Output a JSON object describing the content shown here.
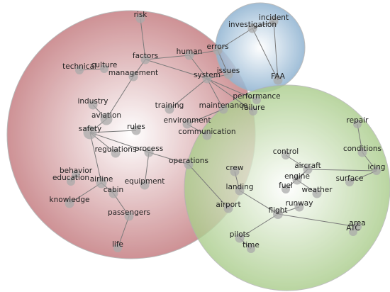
{
  "colors": {
    "red_cluster": "#c9868a",
    "blue_cluster": "#8fb3d1",
    "green_cluster": "#a9cc8a",
    "edge": "#7a7a7a",
    "node": "#a9a9a9",
    "text": "#222222"
  },
  "terms": [
    {
      "key": "risk",
      "label": "risk"
    },
    {
      "key": "factors",
      "label": "factors"
    },
    {
      "key": "human",
      "label": "human"
    },
    {
      "key": "errors",
      "label": "errors"
    },
    {
      "key": "investigation",
      "label": "investigation"
    },
    {
      "key": "incident",
      "label": "incident"
    },
    {
      "key": "FAA",
      "label": "FAA"
    },
    {
      "key": "technical",
      "label": "technical"
    },
    {
      "key": "culture",
      "label": "culture"
    },
    {
      "key": "management",
      "label": "management"
    },
    {
      "key": "system",
      "label": "system"
    },
    {
      "key": "issues",
      "label": "issues"
    },
    {
      "key": "performance",
      "label": "performance"
    },
    {
      "key": "failure",
      "label": "failure"
    },
    {
      "key": "maintenance",
      "label": "maintenance"
    },
    {
      "key": "industry",
      "label": "industry"
    },
    {
      "key": "aviation",
      "label": "aviation"
    },
    {
      "key": "training",
      "label": "training"
    },
    {
      "key": "safety",
      "label": "safety"
    },
    {
      "key": "rules",
      "label": "rules"
    },
    {
      "key": "environment",
      "label": "environment"
    },
    {
      "key": "communication",
      "label": "communication"
    },
    {
      "key": "regulations",
      "label": "regulations"
    },
    {
      "key": "process",
      "label": "process"
    },
    {
      "key": "operations",
      "label": "operations"
    },
    {
      "key": "behavior",
      "label": "behavior"
    },
    {
      "key": "education",
      "label": "education"
    },
    {
      "key": "airline",
      "label": "airline"
    },
    {
      "key": "cabin",
      "label": "cabin"
    },
    {
      "key": "equipment",
      "label": "equipment"
    },
    {
      "key": "knowledge",
      "label": "knowledge"
    },
    {
      "key": "passengers",
      "label": "passengers"
    },
    {
      "key": "life",
      "label": "life"
    },
    {
      "key": "repair",
      "label": "repair"
    },
    {
      "key": "conditions",
      "label": "conditions"
    },
    {
      "key": "control",
      "label": "control"
    },
    {
      "key": "aircraft",
      "label": "aircraft"
    },
    {
      "key": "icing",
      "label": "icing"
    },
    {
      "key": "crew",
      "label": "crew"
    },
    {
      "key": "engine",
      "label": "engine"
    },
    {
      "key": "surface",
      "label": "surface"
    },
    {
      "key": "landing",
      "label": "landing"
    },
    {
      "key": "fuel",
      "label": "fuel"
    },
    {
      "key": "weather",
      "label": "weather"
    },
    {
      "key": "runway",
      "label": "runway"
    },
    {
      "key": "airport",
      "label": "airport"
    },
    {
      "key": "flight",
      "label": "flight"
    },
    {
      "key": "area",
      "label": "area"
    },
    {
      "key": "ATC",
      "label": "ATC"
    },
    {
      "key": "pilots",
      "label": "pilots"
    },
    {
      "key": "time",
      "label": "time"
    }
  ],
  "edges": [
    [
      "risk",
      "factors"
    ],
    [
      "factors",
      "human"
    ],
    [
      "factors",
      "management"
    ],
    [
      "factors",
      "system"
    ],
    [
      "human",
      "errors"
    ],
    [
      "human",
      "system"
    ],
    [
      "errors",
      "investigation"
    ],
    [
      "errors",
      "issues"
    ],
    [
      "investigation",
      "incident"
    ],
    [
      "investigation",
      "FAA"
    ],
    [
      "incident",
      "FAA"
    ],
    [
      "technical",
      "culture"
    ],
    [
      "management",
      "aviation"
    ],
    [
      "system",
      "issues"
    ],
    [
      "system",
      "maintenance"
    ],
    [
      "system",
      "training"
    ],
    [
      "system",
      "failure"
    ],
    [
      "system",
      "performance"
    ],
    [
      "industry",
      "aviation"
    ],
    [
      "aviation",
      "safety"
    ],
    [
      "safety",
      "rules"
    ],
    [
      "safety",
      "regulations"
    ],
    [
      "safety",
      "airline"
    ],
    [
      "safety",
      "process"
    ],
    [
      "environment",
      "communication"
    ],
    [
      "environment",
      "maintenance"
    ],
    [
      "process",
      "operations"
    ],
    [
      "process",
      "equipment"
    ],
    [
      "operations",
      "airport"
    ],
    [
      "airline",
      "cabin"
    ],
    [
      "airline",
      "knowledge"
    ],
    [
      "behavior",
      "education"
    ],
    [
      "cabin",
      "passengers"
    ],
    [
      "passengers",
      "life"
    ],
    [
      "crew",
      "landing"
    ],
    [
      "landing",
      "flight"
    ],
    [
      "flight",
      "runway"
    ],
    [
      "flight",
      "pilots"
    ],
    [
      "flight",
      "area"
    ],
    [
      "pilots",
      "time"
    ],
    [
      "aircraft",
      "engine"
    ],
    [
      "aircraft",
      "icing"
    ],
    [
      "aircraft",
      "control"
    ],
    [
      "aircraft",
      "fuel"
    ],
    [
      "repair",
      "conditions"
    ],
    [
      "conditions",
      "icing"
    ],
    [
      "surface",
      "icing"
    ],
    [
      "weather",
      "engine"
    ]
  ]
}
